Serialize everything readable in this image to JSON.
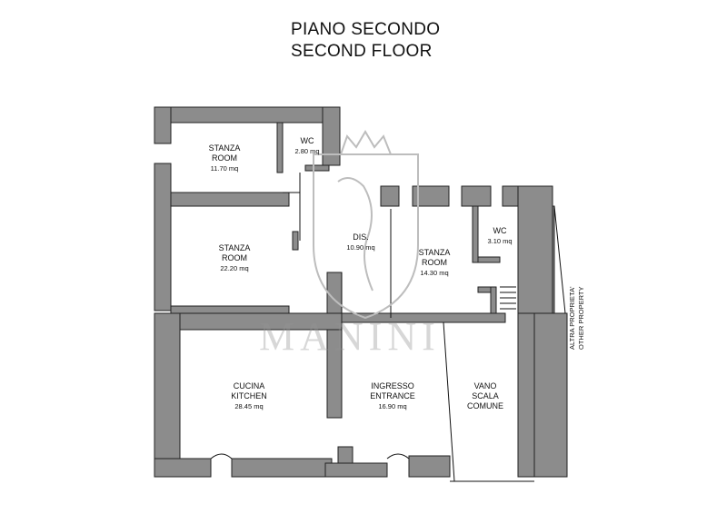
{
  "title": {
    "line1": "PIANO SECONDO",
    "line2": "SECOND FLOOR"
  },
  "rooms": {
    "stanza_small": {
      "it": "STANZA",
      "en": "ROOM",
      "area": "11.70 mq"
    },
    "wc_left": {
      "name": "WC",
      "area": "2.80 mq"
    },
    "stanza_mid": {
      "it": "STANZA",
      "en": "ROOM",
      "area": "22.20 mq"
    },
    "dis": {
      "name": "DIS.",
      "area": "10.90 mq"
    },
    "stanza_right": {
      "it": "STANZA",
      "en": "ROOM",
      "area": "14.30 mq"
    },
    "wc_right": {
      "name": "WC",
      "area": "3.10 mq"
    },
    "cucina": {
      "it": "CUCINA",
      "en": "KITCHEN",
      "area": "28.45 mq"
    },
    "ingresso": {
      "it": "INGRESSO",
      "en": "ENTRANCE",
      "area": "16.90 mq"
    },
    "vano": {
      "l1": "VANO",
      "l2": "SCALA",
      "l3": "COMUNE"
    }
  },
  "side_label": {
    "it": "ALTRA PROPRIETA'",
    "en": "OTHER PROPERTY"
  },
  "watermark": {
    "text": "MANINI"
  },
  "colors": {
    "wall": "#8c8c8c",
    "wall_stroke": "#222222",
    "line": "#111111",
    "watermark": "#bdbdbd"
  }
}
